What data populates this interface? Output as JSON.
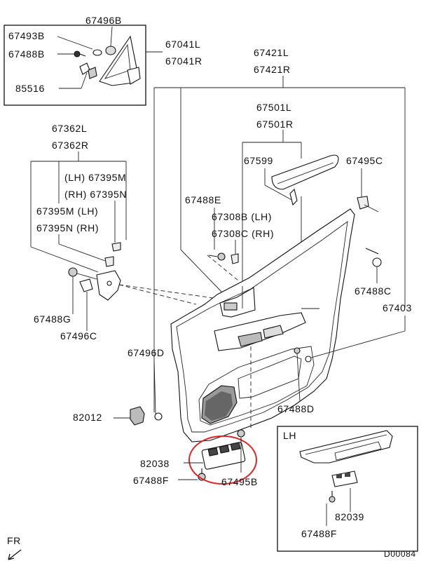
{
  "diagram_code": "D00084",
  "direction_label": "FR",
  "highlight_color": "#d9262b",
  "labels": {
    "p67496B": "67496B",
    "p67493B": "67493B",
    "p67488B": "67488B",
    "p85516": "85516",
    "p67041L": "67041L",
    "p67041R": "67041R",
    "p67421L": "67421L",
    "p67421R": "67421R",
    "p67501L": "67501L",
    "p67501R": "67501R",
    "p67599": "67599",
    "p67495C": "67495C",
    "p67362L": "67362L",
    "p67362R": "67362R",
    "p67395M_lh": "(LH) 67395M",
    "p67395N_rh": "(RH) 67395N",
    "p67395M_lh2": "67395M (LH)",
    "p67395N_rh2": "67395N (RH)",
    "p67488E": "67488E",
    "p67308B": "67308B (LH)",
    "p67308C": "67308C (RH)",
    "p67488C": "67488C",
    "p67403": "67403",
    "p67488G": "67488G",
    "p67496C": "67496C",
    "p67496D": "67496D",
    "p67488D": "67488D",
    "p82012": "82012",
    "p82038": "82038",
    "p67488F": "67488F",
    "p67495B": "67495B",
    "inset_lh": "LH",
    "p82039": "82039",
    "p67488F_lh": "67488F"
  }
}
